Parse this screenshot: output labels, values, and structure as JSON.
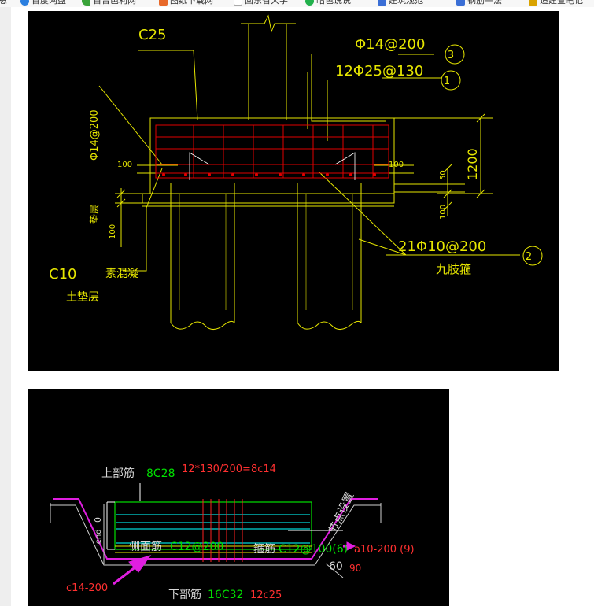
{
  "bookmarks": [
    {
      "label": "恩",
      "icon": "bookmark-icon",
      "color": "#888888"
    },
    {
      "label": "百度网盘",
      "icon": "cloud-icon",
      "color": "#2a7fe0"
    },
    {
      "label": "百合邑利网",
      "icon": "leaf-icon",
      "color": "#3aa33a"
    },
    {
      "label": "图纸下载网",
      "icon": "picture-icon",
      "color": "#e8692a"
    },
    {
      "label": "回东省大学",
      "icon": "page-icon",
      "color": "#cccccc"
    },
    {
      "label": "暗色说说",
      "icon": "chat-icon",
      "color": "#22b14c"
    },
    {
      "label": "建筑规范",
      "icon": "book-icon",
      "color": "#3b6fd6"
    },
    {
      "label": "钢筋平法",
      "icon": "book-icon",
      "color": "#3b6fd6"
    },
    {
      "label": "造建查笔记",
      "icon": "star-icon",
      "color": "#d9a300"
    }
  ],
  "drawing1": {
    "concrete_grade": "C25",
    "rebar_top_layer": "Φ14@200",
    "rebar_main": "12Φ25@130",
    "rebar_side_vertical": "Φ14@200",
    "rebar_stirrup": "21Φ10@200",
    "stirrup_type": "九肢箍",
    "dim_100_left": "100",
    "dim_100_right": "100",
    "dim_100_lower": "100",
    "dim_100_bottom_right": "100",
    "dim_50": "50",
    "dim_1200": "1200",
    "label_cushion": "垫层",
    "label_concrete_grade": "C10",
    "label_plain_concrete": "素混凝",
    "label_soil_cushion": "土垫层",
    "callouts": [
      "3",
      "1",
      "2"
    ]
  },
  "drawing2": {
    "label_top_rebar": "上部筋",
    "value_top_rebar": "8C28",
    "note_red_top": "12*130/200=8c14",
    "label_side_rebar": "侧面筋",
    "value_side_rebar": "C12@200",
    "label_stirrup": "箍筋",
    "value_stirrup": "C12@100(6)",
    "note_magenta": "a10-200 (9)",
    "label_bottom_rebar": "下部筋",
    "value_bottom_rebar": "16C32",
    "note_red_bottom": "12c25",
    "note_c14": "c14-200",
    "vertical_note": "节点设置",
    "angle_60": "60",
    "angle_90": "90",
    "dim_0": "0",
    "dim_ind": "lend"
  }
}
